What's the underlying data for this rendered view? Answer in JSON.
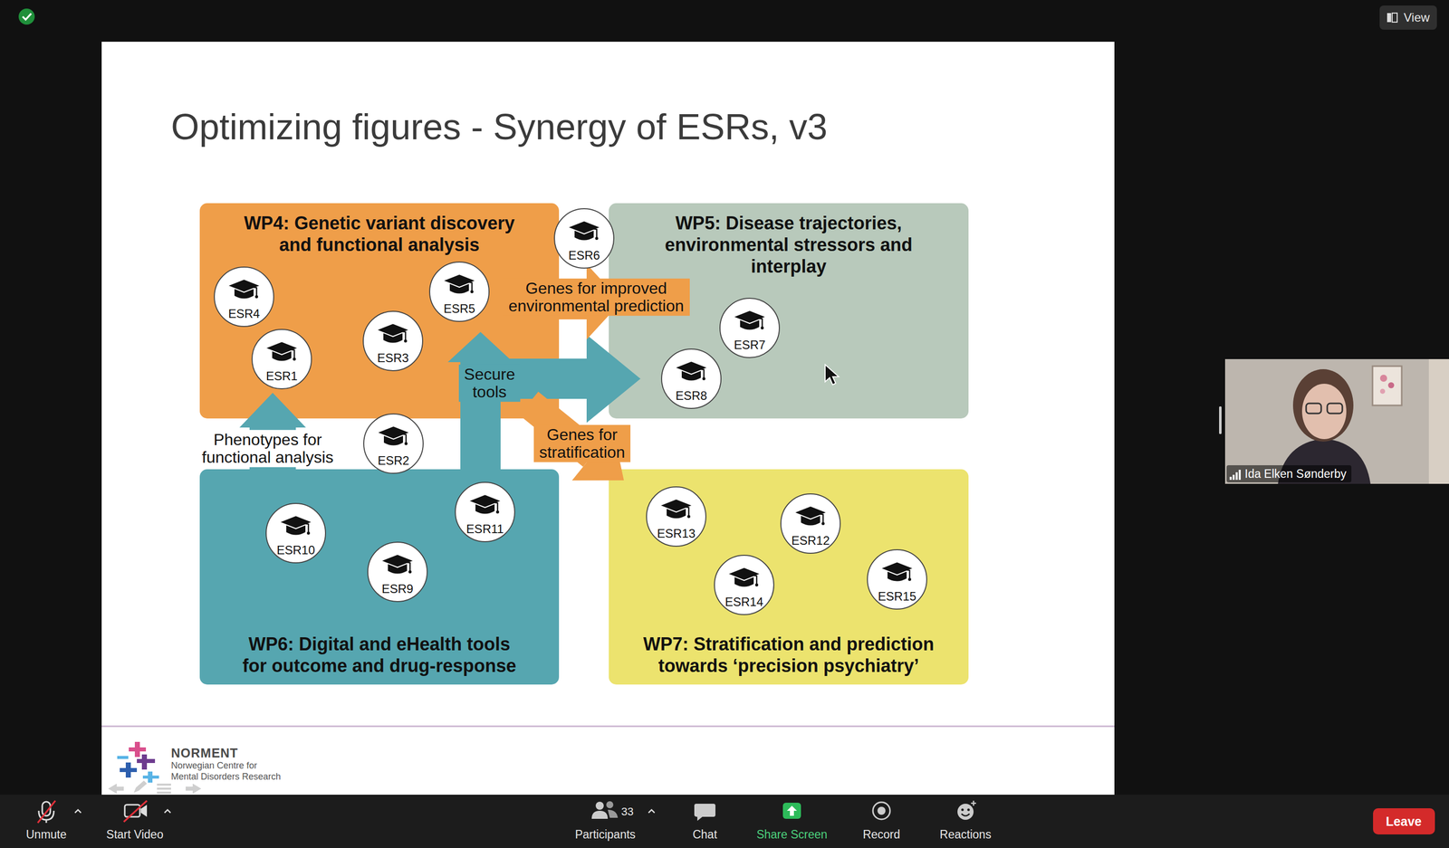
{
  "diagram": {
    "title": "Optimizing figures - Synergy of ESRs, v3",
    "nodes": [
      {
        "text": [
          "WP4: Genetic variant discovery and functional analysis"
        ]
      },
      {
        "text": [
          "ESR4"
        ],
        "in": 0
      },
      {
        "text": [
          "ESR5"
        ],
        "in": 0
      },
      {
        "text": [
          "ESR3"
        ],
        "in": 0
      },
      {
        "text": [
          "ESR1"
        ],
        "in": 0
      },
      {
        "text": [
          "ESR6"
        ]
      },
      {
        "text": [
          "WP5: Disease trajectories, environmental stressors and interplay"
        ]
      },
      {
        "text": [
          "ESR7"
        ],
        "in": 6
      },
      {
        "text": [
          "ESR8"
        ],
        "in": 6
      },
      {
        "text": [
          "ESR2"
        ]
      },
      {
        "text": [
          "WP6: Digital and eHealth tools for outcome and drug-response"
        ]
      },
      {
        "text": [
          "ESR11"
        ],
        "in": 10
      },
      {
        "text": [
          "ESR10"
        ],
        "in": 10
      },
      {
        "text": [
          "ESR9"
        ],
        "in": 10
      },
      {
        "text": [
          "WP7: Stratification and prediction towards ‘precision psychiatry’"
        ]
      },
      {
        "text": [
          "ESR13"
        ],
        "in": 14
      },
      {
        "text": [
          "ESR12"
        ],
        "in": 14
      },
      {
        "text": [
          "ESR14"
        ],
        "in": 14
      },
      {
        "text": [
          "ESR15"
        ],
        "in": 14
      }
    ],
    "edges": [
      {
        "from": 10,
        "to": 0,
        "label": "Phenotypes for functional analysis",
        "arrow": "to"
      },
      {
        "from": 10,
        "to": 0,
        "arrow": "to"
      },
      {
        "from": 10,
        "to": 6,
        "label": "Secure tools",
        "arrow": "to"
      },
      {
        "from": 0,
        "to": 6,
        "label": "Genes for improved environmental prediction",
        "arrow": "to"
      },
      {
        "from": 0,
        "to": 14,
        "label": "Genes for stratification",
        "arrow": "to"
      }
    ],
    "labels": [
      "View",
      "Ida Elken Sønderby",
      "NORMENT",
      "Norwegian Centre for Mental Disorders Research",
      "Unmute",
      "Start Video",
      "33",
      "Participants",
      "Chat",
      "Share Screen",
      "Record",
      "Reactions",
      "Leave"
    ]
  }
}
